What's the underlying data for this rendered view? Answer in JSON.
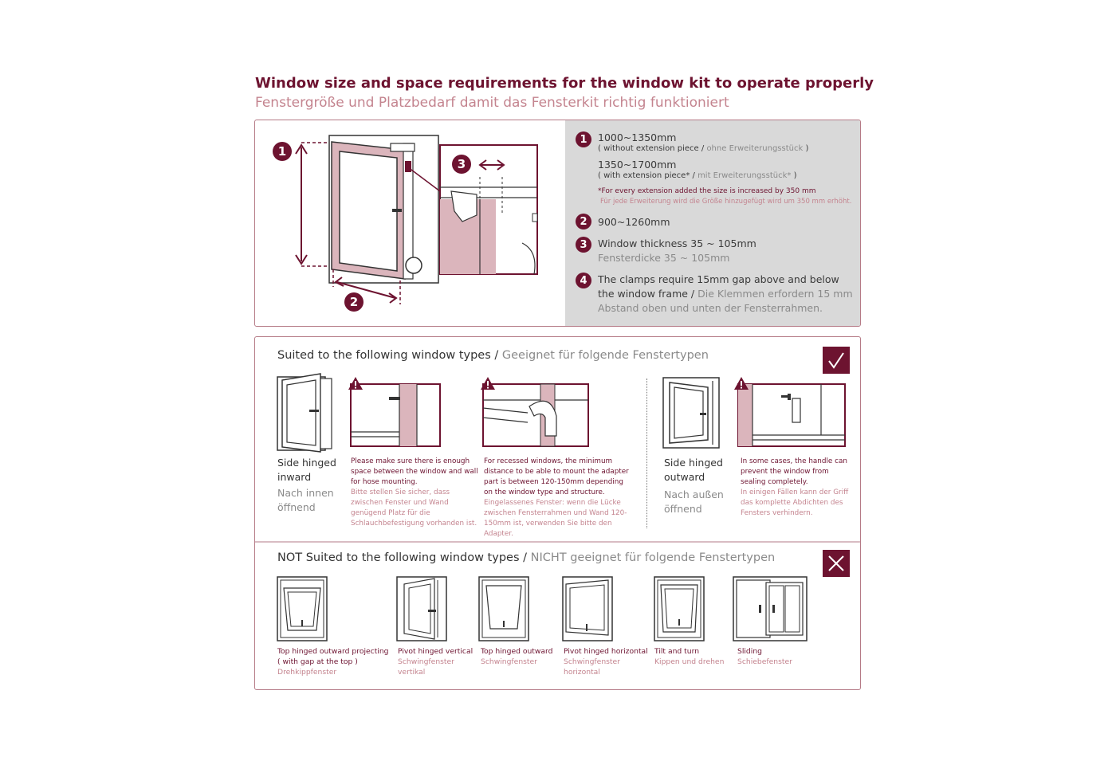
{
  "header": {
    "title_en": "Window size and space requirements for the window kit to operate properly",
    "title_de": "Fenstergröße und Platzbedarf damit das Fensterkit richtig funktioniert"
  },
  "badges": {
    "n1": "1",
    "n2": "2",
    "n3": "3",
    "n4": "4"
  },
  "specs": {
    "s1_range_a": "1000~1350mm",
    "s1_note_a_en": "( without extension piece / ",
    "s1_note_a_de": "ohne Erweiterungsstück",
    "s1_note_a_end": " )",
    "s1_range_b": "1350~1700mm",
    "s1_note_b_en": "( with extension piece* / ",
    "s1_note_b_de": "mit Erweiterungsstück*",
    "s1_note_b_end": " )",
    "s1_foot_en": "*For every extension added the size is increased by 350 mm",
    "s1_foot_de": "Für jede Erweiterung wird die Größe hinzugefügt wird um 350 mm erhöht.",
    "s2_range": "900~1260mm",
    "s3_en": "Window thickness 35 ~ 105mm",
    "s3_de": "Fensterdicke 35 ~ 105mm",
    "s4_line1": "The clamps require 15mm gap above and below",
    "s4_line2_en": "the window frame / ",
    "s4_line2_de": "Die Klemmen erfordern 15 mm",
    "s4_line3_de": "Abstand oben und unten der Fensterrahmen."
  },
  "suited": {
    "title_en": "Suited to the following window types / ",
    "title_de": "Geeignet für folgende Fenstertypen",
    "inward_en_1": "Side hinged",
    "inward_en_2": "inward",
    "inward_de_1": "Nach innen",
    "inward_de_2": "öffnend",
    "outward_en_1": "Side hinged",
    "outward_en_2": "outward",
    "outward_de_1": "Nach außen",
    "outward_de_2": "öffnend",
    "c1_en": [
      "Please make sure there is enough",
      "space between the window and wall",
      "for hose mounting."
    ],
    "c1_de": [
      "Bitte stellen Sie sicher, dass",
      "zwischen Fenster und Wand",
      "genügend Platz für die",
      "Schlauchbefestigung vorhanden ist."
    ],
    "c2_en": [
      "For recessed windows, the minimum",
      "distance to be able to mount the adapter",
      "part is between 120-150mm depending",
      "on the window type and structure."
    ],
    "c2_de": [
      "Eingelassenes Fenster: wenn die Lücke",
      "zwischen Fensterrahmen und Wand 120-",
      "150mm ist, verwenden Sie bitte den Adapter."
    ],
    "c3_en": [
      "In some cases, the handle can",
      "prevent the window from",
      "sealing completely."
    ],
    "c3_de": [
      "In einigen Fällen kann der Griff",
      "das komplette Abdichten des",
      "Fensters verhindern."
    ]
  },
  "not_suited": {
    "title_en": "NOT Suited to the following window types / ",
    "title_de": "NICHT geeignet für folgende Fenstertypen",
    "items": [
      {
        "en": [
          "Top hinged outward projecting",
          "( with gap at the top )"
        ],
        "de": [
          "Drehkippfenster"
        ]
      },
      {
        "en": [
          "Pivot hinged vertical"
        ],
        "de": [
          "Schwingfenster",
          "vertikal"
        ]
      },
      {
        "en": [
          "Top hinged outward"
        ],
        "de": [
          "Schwingfenster"
        ]
      },
      {
        "en": [
          "Pivot hinged horizontal"
        ],
        "de": [
          "Schwingfenster",
          "horizontal"
        ]
      },
      {
        "en": [
          "Tilt and turn"
        ],
        "de": [
          "Kippen und drehen"
        ]
      },
      {
        "en": [
          "Sliding"
        ],
        "de": [
          "Schiebefenster"
        ]
      }
    ]
  },
  "icons": [
    "check-icon",
    "cross-icon",
    "warning-icon",
    "dimension-arrow-icon"
  ],
  "colors": {
    "accent": "#6d1330",
    "accent_light": "#c4848f",
    "frame_fill": "#dbb5bc",
    "panel_grey": "#d9d9d9"
  }
}
